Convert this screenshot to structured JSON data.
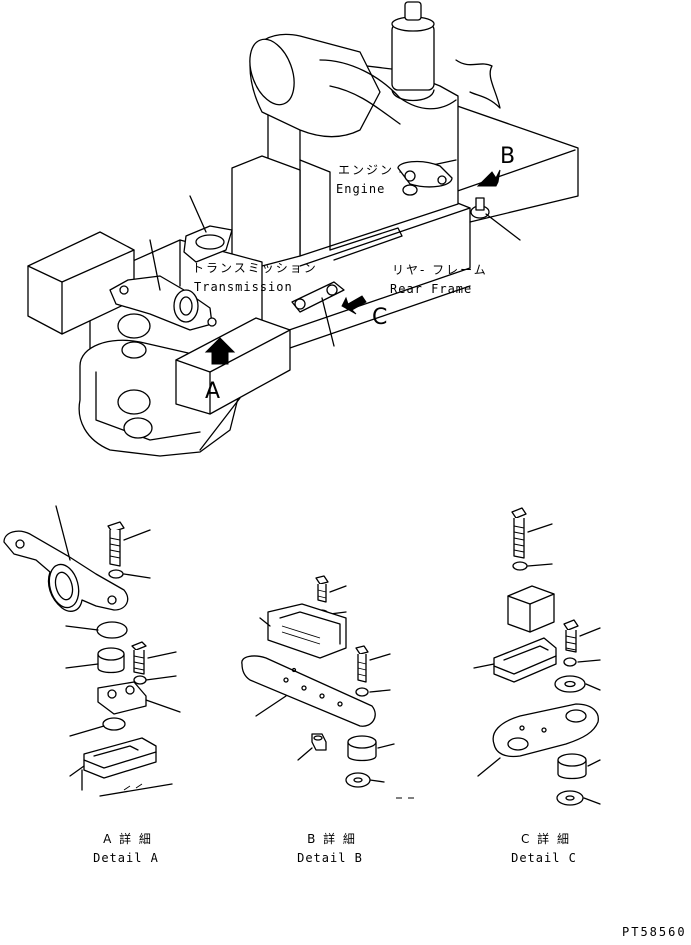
{
  "labels": {
    "engine_jp": "エンジン",
    "engine_en": "Engine",
    "transmission_jp": "トランスミッション",
    "transmission_en": "Transmission",
    "rear_frame_jp": "リヤ- フレーム",
    "rear_frame_en": "Rear Frame",
    "view_a": "A",
    "view_b": "B",
    "view_c": "C"
  },
  "details": {
    "a_jp": "A 詳 細",
    "a_en": "Detail A",
    "b_jp": "B 詳 細",
    "b_en": "Detail B",
    "c_jp": "C 詳 細",
    "c_en": "Detail C"
  },
  "part_code": "PT58560"
}
